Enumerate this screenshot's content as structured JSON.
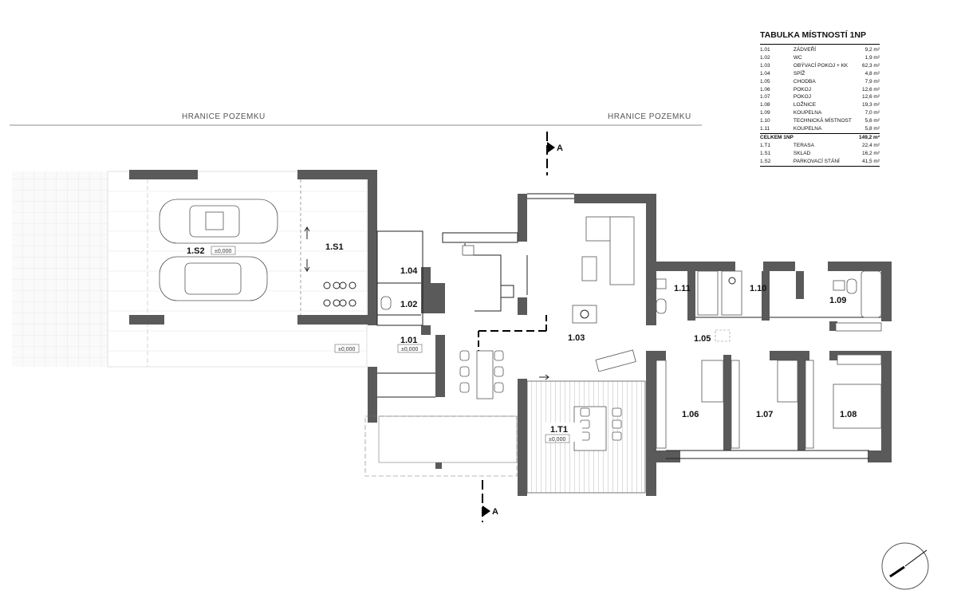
{
  "boundary_label": "HRANICE POZEMKU",
  "section_marker": "A",
  "level_mark": "±0,000",
  "rooms": {
    "r101": "1.01",
    "r102": "1.02",
    "r103": "1.03",
    "r104": "1.04",
    "r105": "1.05",
    "r106": "1.06",
    "r107": "1.07",
    "r108": "1.08",
    "r109": "1.09",
    "r110": "1.10",
    "r111": "1.11",
    "s1": "1.S1",
    "s2": "1.S2",
    "t1": "1.T1"
  },
  "table": {
    "title": "TABULKA MÍSTNOSTÍ 1NP",
    "rows": [
      {
        "code": "1.01",
        "name": "ZÁDVEŘÍ",
        "area": "9,2 m²"
      },
      {
        "code": "1.02",
        "name": "WC",
        "area": "1,9 m²"
      },
      {
        "code": "1.03",
        "name": "OBÝVACÍ POKOJ + KK",
        "area": "62,3 m²"
      },
      {
        "code": "1.04",
        "name": "SPÍŽ",
        "area": "4,8 m²"
      },
      {
        "code": "1.05",
        "name": "CHODBA",
        "area": "7,9 m²"
      },
      {
        "code": "1.06",
        "name": "POKOJ",
        "area": "12,6 m²"
      },
      {
        "code": "1.07",
        "name": "POKOJ",
        "area": "12,6 m²"
      },
      {
        "code": "1.08",
        "name": "LOŽNICE",
        "area": "19,3 m²"
      },
      {
        "code": "1.09",
        "name": "KOUPELNA",
        "area": "7,0 m²"
      },
      {
        "code": "1.10",
        "name": "TECHNICKÁ MÍSTNOST",
        "area": "5,6 m²"
      },
      {
        "code": "1.11",
        "name": "KOUPELNA",
        "area": "5,8 m²"
      }
    ],
    "total": {
      "code": "CELKEM 1NP",
      "area": "149,2 m²"
    },
    "extra_rows": [
      {
        "code": "1.T1",
        "name": "TERASA",
        "area": "22,4 m²"
      },
      {
        "code": "1.S1",
        "name": "SKLAD",
        "area": "16,2 m²"
      },
      {
        "code": "1.S2",
        "name": "PARKOVACÍ STÁNÍ",
        "area": "41,5 m²"
      }
    ]
  }
}
